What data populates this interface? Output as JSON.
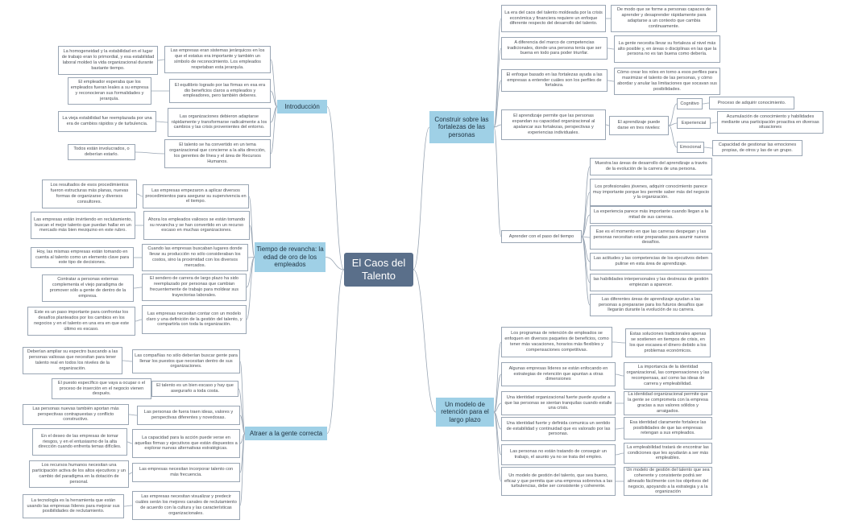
{
  "title": "El Caos del Talento",
  "branches": {
    "introduccion": {
      "label": "Introducción",
      "items": [
        {
          "text": "Las empresas eran sistemas jerárquicos en los que el estatus era importante y también un símbolo de reconocimiento. Los empleados respetaban esta jerarquía.",
          "detail": "La homogeneidad y la estabilidad en el lugar de trabajo eran lo primordial, y esa estabilidad laboral moldeó la vida organizacional durante bastante tiempo."
        },
        {
          "text": "El equilibrio logrado por las firmas en esa era dio beneficios claros a empleados y empleadores, pero también deberes.",
          "detail": "El empleador esperaba que los empleados fueran leales a su empresa y reconocieran sus formalidades y jerarquía."
        },
        {
          "text": "Las organizaciones debieron adaptarse rápidamente y transformarse radicalmente a los cambios y las crisis provenientes del entorno.",
          "detail": "La vieja estabilidad fue reemplazada por una era de cambios rápidos y de turbulencia."
        },
        {
          "text": "El talento se ha convertido en un tema organizacional que concierne a la alta dirección, los gerentes de línea y el área de Recursos Humanos.",
          "detail": "Todos están involucrados, o deberían estarlo."
        }
      ]
    },
    "tiempo": {
      "label": "Tiempo de revancha: la edad de oro de los empleados",
      "items": [
        {
          "text": "Las empresas empezaron a aplicar diversos procedimientos para asegurar su supervivencia en el tiempo.",
          "detail": "Los resultados de esos procedimientos fueron estructuras más planas, nuevas formas de organizarse y diversos consultores."
        },
        {
          "text": "Ahora los empleados valiosos se están tomando su revancha y se han convertido en un recurso escaso en muchas organizaciones.",
          "detail": "Las empresas están invirtiendo en reclutamiento, buscan el mejor talento que puedan hallar en un mercado más bien mezquino en este rubro."
        },
        {
          "text": "Cuando las empresas buscaban lugares donde llevar su producción no sólo consideraban los costos, sino la proximidad con los diversos mercados.",
          "detail": "Hoy, las mismas empresas están tomando en cuenta al talento como un elemento clave para este tipo de decisiones."
        },
        {
          "text": "El sendero de carrera de largo plazo ha sido reemplazado por personas que cambian frecuentemente de trabajo para moldear sus trayectorias laborales.",
          "detail": "Contratar a personas externas complementa el viejo paradigma de promover sólo a gente de dentro de la empresa."
        },
        {
          "text": "Las empresas necesitan contar con un modelo claro y una definición de la gestión del talento, y compartirla con toda la organización.",
          "detail": "Este es un paso importante para confrontar los desafíos planteados por los cambios en los negocios y en el talento en una era en que este último es escaso."
        }
      ]
    },
    "atraer": {
      "label": "Atraer a la gente correcta",
      "items": [
        {
          "text": "Las compañías no sólo deberían buscar gente para llenar los puestos que necesitan dentro de sus organizaciones.",
          "detail": "Deberían ampliar su espectro buscando a las personas valiosas que necesitan para tener talento real en todos los niveles de la organización."
        },
        {
          "text": "El talento es un bien escaso y hay que asegurarlo a toda costa.",
          "detail": "El puesto específico que vaya a ocupar o el proceso de inserción en el negocio vienen después."
        },
        {
          "text": "Las personas de fuera traen ideas, valores y perspectivas diferentes y novedosas.",
          "detail": "Las personas nuevas también aportan más perspectivas contrapuestas y conflicto constructivo."
        },
        {
          "text": "La capacidad para la acción puede verse en aquellas firmas y ejecutivos que están dispuestos a explorar nuevas alternativas estratégicas.",
          "detail": "En el deseo de las empresas de tomar riesgos, y en el entusiasmo de la alta dirección cuando enfrenta temas difíciles."
        },
        {
          "text": "Las empresas necesitan incorporar talento con más frecuencia.",
          "detail": "Los recursos humanos necesitan una participación activa de los altos ejecutivos y un cambio del paradigma en la dotación de personal."
        },
        {
          "text": "Las empresas necesitan visualizar y predecir cuáles serán los mejores canales de reclutamiento de acuerdo con la cultura y las características organizacionales.",
          "detail": "La tecnología es la herramienta que están usando las empresas líderes para mejorar sus posibilidades de reclutamiento."
        }
      ]
    },
    "construir": {
      "label": "Construir sobre las fortalezas de las personas",
      "items": [
        {
          "text": "La era del caos del talento moldeada por la crisis económica y financiera requiere un enfoque diferente respecto del desarrollo del talento.",
          "detail": "De modo que se forme a personas capaces de aprender y desaprender rápidamente para adaptarse a un contexto que cambia continuamente."
        },
        {
          "text": "A diferencia del marco de competencias tradicionales, donde una persona tenía que ser buena en todo para poder triunfar.",
          "detail": "La gente necesita llevar su fortaleza al nivel más alto posible y, en áreas o disciplinas en las que la persona no es tan buena como debería."
        },
        {
          "text": "El enfoque basado en las fortalezas ayuda a las empresas a entender cuáles son los perfiles de fortaleza.",
          "detail": "Cómo crear los roles en torno a esos perfiles para maximizar el talento de las personas, y cómo abordar y anular las limitaciones que socavan sus posibilidades."
        },
        {
          "text": "El aprendizaje permite que las personas expandan su capacidad organizacional al apalancar sus fortalezas, perspectivas y experiencias individuales.",
          "detail": "El aprendizaje puede darse en tres niveles:"
        }
      ],
      "levels": [
        {
          "label": "Cognitivo",
          "detail": "Proceso de adquirir conocimiento."
        },
        {
          "label": "Experiencial",
          "detail": "Acumulación de conocimiento y habilidades mediante una participación proactiva en diversas situaciones"
        },
        {
          "label": "Emocional",
          "detail": "Capacidad de gestionar las emociones propias, de otros y las de un grupo."
        }
      ],
      "paso": {
        "label": "Aprender con el paso del tiempo",
        "items": [
          "Muestra las áreas de desarrollo del aprendizaje a través de la evolución de la carrera de una persona.",
          "Los profesionales jóvenes, adquirir conocimiento parece muy importante porque les permite saber más del negocio y la organización.",
          "La experiencia parece más importante cuando llegan a la mitad de sus carreras.",
          "Ese es el momento en que las carreras despegan y las personas necesitan estar preparadas para asumir nuevos desafíos.",
          "Las actitudes y las competencias de los ejecutivos deben pulirse en esta área de aprendizaje.",
          "las habilidades interpersonales y las destrezas de gestión empiezan a aparecer.",
          "Las diferentes áreas de aprendizaje ayudan a las personas a prepararse para los futuros desafíos que llegarán durante la evolución de su carrera."
        ]
      }
    },
    "modelo": {
      "label": "Un modelo de retención para el largo plazo",
      "items": [
        {
          "text": "Los programas de retención de empleados se enfoquen en diversos paquetes de beneficios, como tener más vacaciones, horarios más flexibles y compensaciones competitivas.",
          "detail": "Estas soluciones tradicionales apenas se sostienen en tiempos de crisis, en los que escasea el dinero debido a los problemas económicos."
        },
        {
          "text": "Algunas empresas líderes se están enfocando en estrategias de retención que apuntan a otras dimensiones",
          "detail": "La importancia de la identidad organizacional, las compensaciones y las recompensas, así como las ideas de carrera y empleabilidad."
        },
        {
          "text": "Una identidad organizacional fuerte puede ayudar a que las personas se sientan tranquilas cuando estalle una crisis.",
          "detail": "La identidad organizacional permite que la gente se comprometa con la empresa gracias a sus valores sólidos y arraigados."
        },
        {
          "text": "Una identidad fuerte y definida comunica un sentido de estabilidad y continuidad que es valorado por las personas.",
          "detail": "Esa identidad claramente fortalece las posibilidades de que las empresas retengan a sus empleados."
        },
        {
          "text": "Las personas no están tratando de conseguir un trabajo, el asunto ya no se trata del empleo.",
          "detail": "La empleabilidad tratará de encontrar las condiciones que les ayudarán a ser más empleables."
        },
        {
          "text": "Un modelo de gestión del talento, que sea bueno, eficaz y que permita que una empresa sobreviva a las turbulencias, debe ser consistente y coherente.",
          "detail": "Un modelo de gestión del talento que sea coherente y consistente podrá ser alineado fácilmente con los objetivos del negocio, apoyando a la estrategia y a la organización"
        }
      ]
    }
  }
}
